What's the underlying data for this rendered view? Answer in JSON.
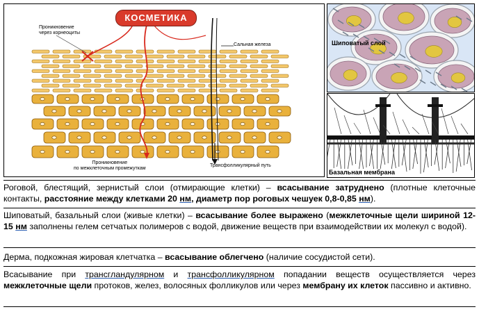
{
  "figure_main": {
    "banner": "КОСМЕТИКА",
    "label_corneocyte": "Проникновение\nчерез корнеоциты",
    "label_sebaceous": "Сальная железа",
    "label_intercellular": "Проникновение\nпо межклеточным промежуткам",
    "label_transfollicular": "Трансфолликулярный путь",
    "colors": {
      "cells": "#e9b13c",
      "cells_top": "#f3c76a",
      "path_red": "#d8281c",
      "path_black": "#111111"
    }
  },
  "figure_spinous": {
    "caption": "Шиповатый слой"
  },
  "figure_basal": {
    "caption": "Базальная мембрана"
  },
  "paragraphs": [
    {
      "parts": [
        {
          "text": "Роговой, блестящий, зернистый слои (отмирающие клетки) – ",
          "style": "normal"
        },
        {
          "text": "всасывание затруднено",
          "style": "bold"
        },
        {
          "text": " (плотные клеточные контакты, ",
          "style": "normal"
        },
        {
          "text": "расстояние между клетками 20 ",
          "style": "bold"
        },
        {
          "text": "нм",
          "style": "bold-underline"
        },
        {
          "text": ", диаметр пор роговых чешуек 0,8-0,85 ",
          "style": "bold"
        },
        {
          "text": "нм",
          "style": "bold-underline"
        },
        {
          "text": ").",
          "style": "normal"
        }
      ]
    },
    {
      "parts": [
        {
          "text": "Шиповатый, базальный слои (живые клетки) – ",
          "style": "normal"
        },
        {
          "text": "всасывание более выражено",
          "style": "bold"
        },
        {
          "text": " (",
          "style": "normal"
        },
        {
          "text": "межклеточные щели шириной 12-15 ",
          "style": "bold"
        },
        {
          "text": "нм",
          "style": "bold-underline"
        },
        {
          "text": " заполнены гелем сетчатых полимеров с водой, движение веществ при взаимодействии их молекул с водой).",
          "style": "normal"
        }
      ]
    },
    {
      "parts": [
        {
          "text": "Дерма, подкожная жировая клетчатка – ",
          "style": "normal"
        },
        {
          "text": "всасывание облегчено",
          "style": "bold"
        },
        {
          "text": " (наличие сосудистой сети).",
          "style": "normal"
        }
      ]
    },
    {
      "parts": [
        {
          "text": "Всасывание при ",
          "style": "normal"
        },
        {
          "text": "трансгландулярном",
          "style": "underline"
        },
        {
          "text": " и ",
          "style": "normal"
        },
        {
          "text": "трансфолликулярном",
          "style": "underline"
        },
        {
          "text": " попадании веществ осуществляется через ",
          "style": "normal"
        },
        {
          "text": "межклеточные щели",
          "style": "bold"
        },
        {
          "text": " протоков, желез, волосяных фолликулов или через ",
          "style": "normal"
        },
        {
          "text": "мембрану их клеток",
          "style": "bold"
        },
        {
          "text": " пассивно и активно.",
          "style": "normal"
        }
      ]
    }
  ]
}
